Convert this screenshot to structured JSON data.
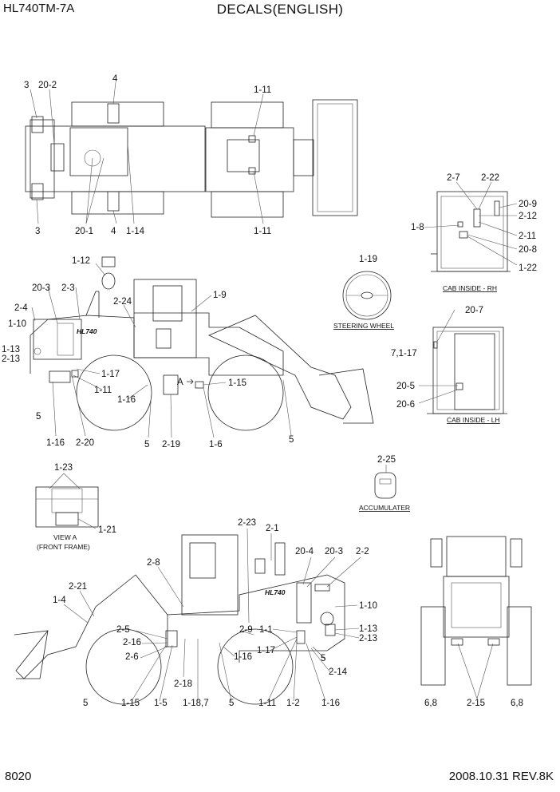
{
  "header": {
    "model": "HL740TM-7A",
    "title": "DECALS(ENGLISH)"
  },
  "footer": {
    "page": "8020",
    "date_rev": "2008.10.31  REV.8K"
  },
  "captions": {
    "cab_rh": "CAB INSIDE - RH",
    "cab_lh": "CAB INSIDE - LH",
    "steering": "STEERING WHEEL",
    "accumulator": "ACCUMULATER",
    "view_a_1": "VIEW A",
    "view_a_2": "(FRONT FRAME)",
    "view_marker": "A"
  },
  "brand_text": "HL740",
  "callouts": {
    "top": [
      "3",
      "20-2",
      "4",
      "1-11",
      "3",
      "20-1",
      "4",
      "1-14",
      "1-11"
    ],
    "cab_rh": [
      "2-7",
      "2-22",
      "20-9",
      "2-12",
      "1-8",
      "2-11",
      "20-8",
      "1-22"
    ],
    "steering": [
      "1-19"
    ],
    "side_left": [
      "1-12",
      "20-3",
      "2-3",
      "2-4",
      "1-10",
      "1-13",
      "2-13",
      "2-24",
      "1-9",
      "1-17",
      "1-11",
      "1-16",
      "1-15",
      "5",
      "1-16",
      "2-20",
      "5",
      "2-19",
      "1-6",
      "5"
    ],
    "cab_lh": [
      "20-7",
      "7,1-17",
      "20-5",
      "20-6"
    ],
    "view_a": [
      "1-23",
      "1-21"
    ],
    "accumulator": [
      "2-25"
    ],
    "side_right": [
      "2-8",
      "2-23",
      "2-1",
      "20-4",
      "20-3",
      "2-2",
      "2-21",
      "1-4",
      "2-5",
      "2-16",
      "2-6",
      "1-10",
      "1-13",
      "2-13",
      "1-1",
      "1-17",
      "2-9",
      "1-16",
      "5",
      "2-14",
      "2-18",
      "1-16",
      "5",
      "1-15",
      "1-5",
      "1-18,7",
      "5",
      "1-11",
      "1-2"
    ],
    "rear": [
      "6,8",
      "2-15",
      "6,8"
    ]
  }
}
